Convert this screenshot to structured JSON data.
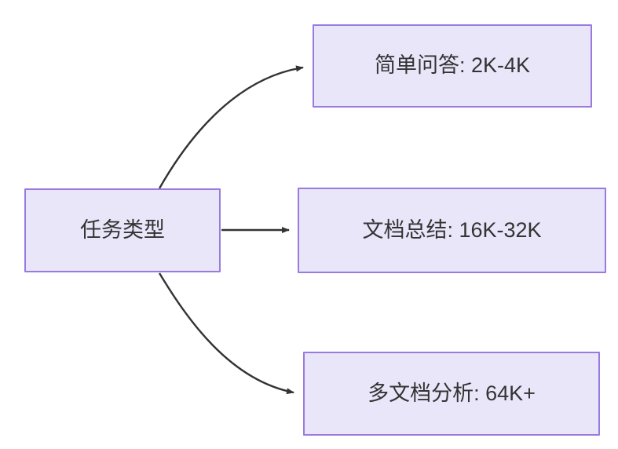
{
  "diagram": {
    "type": "flowchart",
    "direction": "left-to-right",
    "background_color": "#ffffff",
    "node_fill_color": "#e9e6fa",
    "node_border_color": "#9a7ade",
    "node_text_color": "#333333",
    "edge_color": "#333333",
    "nodes": [
      {
        "id": "source",
        "label": "任务类型",
        "role": "root"
      },
      {
        "id": "simple-qa",
        "label": "简单问答: 2K-4K",
        "role": "leaf"
      },
      {
        "id": "doc-summary",
        "label": "文档总结: 16K-32K",
        "role": "leaf"
      },
      {
        "id": "multi-doc",
        "label": "多文档分析: 64K+",
        "role": "leaf"
      }
    ],
    "edges": [
      {
        "id": "edge-source-simple-qa",
        "from": "任务类型",
        "to": "简单问答: 2K-4K",
        "style": "curved",
        "arrow": "arrowhead-icon",
        "label": ""
      },
      {
        "id": "edge-source-doc-summary",
        "from": "任务类型",
        "to": "文档总结: 16K-32K",
        "style": "straight",
        "arrow": "arrowhead-icon",
        "label": ""
      },
      {
        "id": "edge-source-multi-doc",
        "from": "任务类型",
        "to": "多文档分析: 64K+",
        "style": "curved",
        "arrow": "arrowhead-icon",
        "label": ""
      }
    ]
  }
}
